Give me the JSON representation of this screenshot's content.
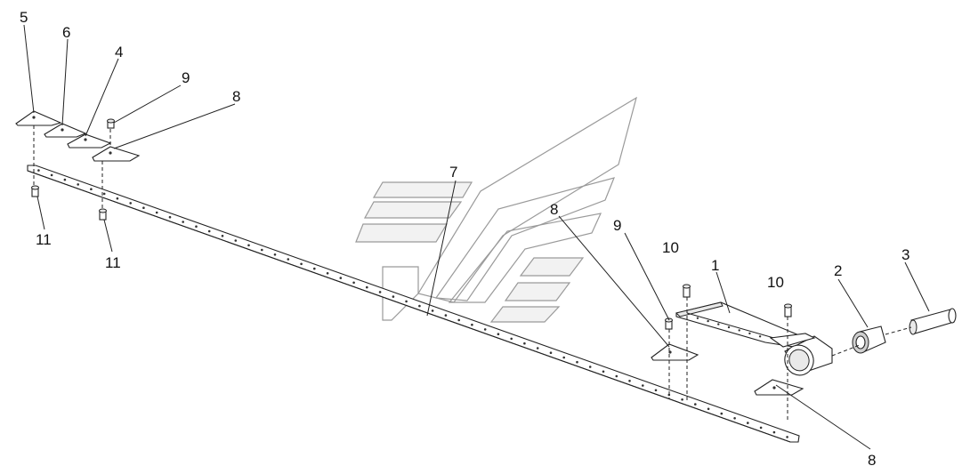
{
  "callouts": [
    {
      "id": "c5",
      "text": "5"
    },
    {
      "id": "c6",
      "text": "6"
    },
    {
      "id": "c4",
      "text": "4"
    },
    {
      "id": "c9a",
      "text": "9"
    },
    {
      "id": "c8a",
      "text": "8"
    },
    {
      "id": "c11a",
      "text": "11"
    },
    {
      "id": "c11b",
      "text": "11"
    },
    {
      "id": "c7",
      "text": "7"
    },
    {
      "id": "c8b",
      "text": "8"
    },
    {
      "id": "c9b",
      "text": "9"
    },
    {
      "id": "c10a",
      "text": "10"
    },
    {
      "id": "c1",
      "text": "1"
    },
    {
      "id": "c10b",
      "text": "10"
    },
    {
      "id": "c2",
      "text": "2"
    },
    {
      "id": "c3",
      "text": "3"
    },
    {
      "id": "c8c",
      "text": "8"
    }
  ],
  "colors": {
    "line": "#222222",
    "watermark": "#9a9a9a",
    "background": "#ffffff"
  }
}
